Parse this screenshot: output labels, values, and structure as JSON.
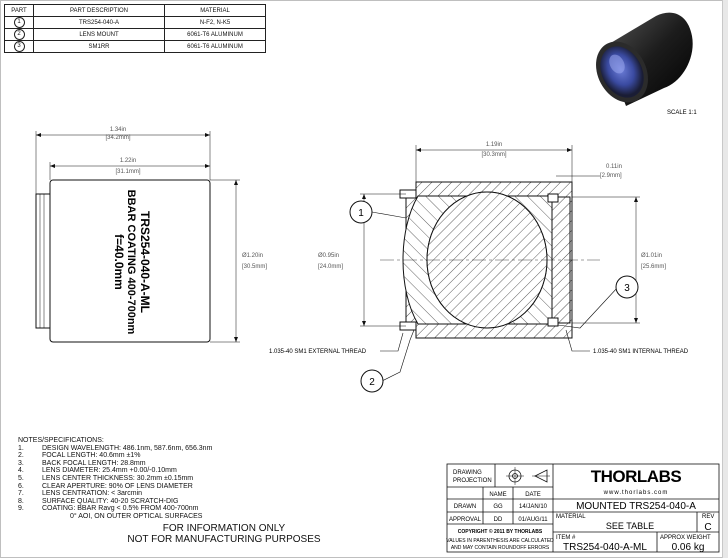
{
  "parts_table": {
    "headers": [
      "PART",
      "PART DESCRIPTION",
      "MATERIAL"
    ],
    "rows": [
      {
        "part": "1",
        "description": "TRS254-040-A",
        "material": "N-F2, N-K5"
      },
      {
        "part": "2",
        "description": "LENS MOUNT",
        "material": "6061-T6 ALUMINUM"
      },
      {
        "part": "3",
        "description": "SM1RR",
        "material": "6061-T6 ALUMINUM"
      }
    ]
  },
  "scale_label": "SCALE 1:1",
  "side_view": {
    "engraving": [
      "TRS254-040-A-ML",
      "BBAR COATING 400-700nm",
      "f=40.0mm"
    ],
    "dim_overall_length": "1.34in",
    "dim_overall_length_mm": "[34.2mm]",
    "dim_body_length": "1.22in",
    "dim_body_length_mm": "[31.1mm]",
    "dim_diameter": "Ø1.20in",
    "dim_diameter_mm": "[30.5mm]"
  },
  "section_view": {
    "dim_length": "1.19in",
    "dim_length_mm": "[30.3mm]",
    "dim_lip": "0.11in",
    "dim_lip_mm": "[2.9mm]",
    "dim_left_dia": "Ø0.95in",
    "dim_left_dia_mm": "[24.0mm]",
    "dim_right_dia": "Ø1.01in",
    "dim_right_dia_mm": "[25.6mm]",
    "callout_1": "1",
    "callout_2": "2",
    "callout_3": "3",
    "external_thread": "1.035-40 SM1 EXTERNAL THREAD",
    "internal_thread": "1.035-40 SM1 INTERNAL THREAD"
  },
  "notes": {
    "title": "NOTES/SPECIFICATIONS:",
    "items": [
      {
        "n": "1.",
        "text": "DESIGN WAVELENGTH: 486.1nm, 587.6nm, 656.3nm"
      },
      {
        "n": "2.",
        "text": "FOCAL LENGTH: 40.6mm ±1%"
      },
      {
        "n": "3.",
        "text": "BACK FOCAL LENGTH: 28.8mm"
      },
      {
        "n": "4.",
        "text": "LENS DIAMETER: 25.4mm +0.00/-0.10mm"
      },
      {
        "n": "5.",
        "text": "LENS CENTER THICKNESS: 30.2mm ±0.15mm"
      },
      {
        "n": "6.",
        "text": "CLEAR APERTURE: 90% OF LENS DIAMETER"
      },
      {
        "n": "7.",
        "text": "LENS CENTRATION: < 3arcmin"
      },
      {
        "n": "8.",
        "text": "SURFACE QUALITY: 40-20 SCRATCH-DIG"
      },
      {
        "n": "9.",
        "text": "COATING: BBAR Ravg < 0.5% FROM 400-700nm"
      },
      {
        "n": "",
        "text": "0° AOI, ON OUTER OPTICAL SURFACES"
      }
    ]
  },
  "disclaimer": [
    "FOR INFORMATION ONLY",
    "NOT FOR MANUFACTURING PURPOSES"
  ],
  "title_block": {
    "projection_label": [
      "DRAWING",
      "PROJECTION"
    ],
    "col_name": "NAME",
    "col_date": "DATE",
    "drawn_label": "DRAWN",
    "drawn_name": "GG",
    "drawn_date": "14/JAN/10",
    "approval_label": "APPROVAL",
    "approval_name": "DD",
    "approval_date": "01/AUG/11",
    "copyright": "COPYRIGHT © 2011 BY THORLABS",
    "values_note": [
      "VALUES IN PARENTHESIS ARE CALCULATED",
      "AND MAY CONTAIN ROUNDOFF ERRORS"
    ],
    "logo": "THORLABS",
    "website": "www.thorlabs.com",
    "title": "MOUNTED TRS254-040-A",
    "material_label": "MATERIAL",
    "material_value": "SEE TABLE",
    "rev_label": "REV",
    "rev_value": "C",
    "item_label": "ITEM #",
    "item_value": "TRS254-040-A-ML",
    "weight_label": "APPROX WEIGHT",
    "weight_value": "0.06 kg"
  }
}
